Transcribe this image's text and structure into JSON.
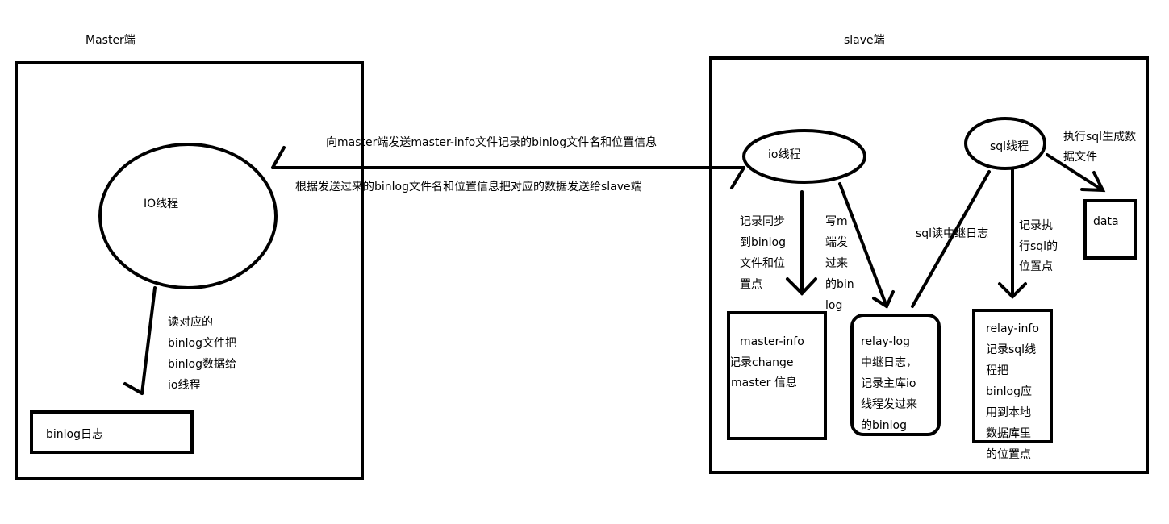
{
  "master": {
    "title": "Master端",
    "io_thread": "IO线程",
    "binlog": "binlog日志",
    "read_note": [
      "读对应的",
      "binlog文件把",
      "binlog数据给",
      "io线程"
    ]
  },
  "slave": {
    "title": "slave端",
    "io_thread": "io线程",
    "sql_thread": "sql线程",
    "data": "data",
    "record_sync_note": [
      "记录同步",
      "到binlog",
      "文件和位",
      "置点"
    ],
    "write_note": [
      "写m",
      "端发",
      "过来",
      "的bin",
      "log"
    ],
    "sql_read_note": "sql读中继日志",
    "record_exec_note": [
      "记录执",
      "行sql的",
      "位置点"
    ],
    "exec_note": [
      "执行sql生成数",
      "据文件"
    ],
    "master_info": [
      "master-info",
      "记录change",
      "master 信息"
    ],
    "relay_log": [
      "relay-log",
      "中继日志，",
      "记录主库io",
      "线程发过来",
      "的binlog"
    ],
    "relay_info": [
      "relay-info",
      "记录sql线",
      "程把",
      "binlog应",
      "用到本地",
      "数据库里",
      "的位置点"
    ]
  },
  "arrows": {
    "request_label": "向master端发送master-info文件记录的binlog文件名和位置信息",
    "response_label": "根据发送过来的binlog文件名和位置信息把对应的数据发送给slave端"
  }
}
